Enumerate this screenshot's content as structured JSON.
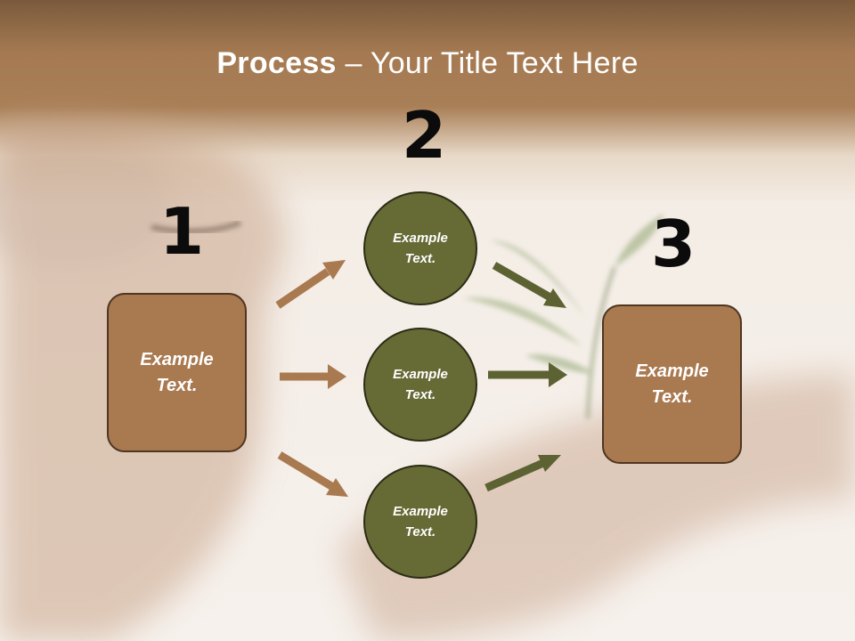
{
  "title": {
    "strong": "Process",
    "rest": " – Your Title Text Here"
  },
  "steps": {
    "one": "1",
    "two": "2",
    "three": "3"
  },
  "source_box": {
    "label": "Example\nText."
  },
  "circles": [
    {
      "label": "Example\nText."
    },
    {
      "label": "Example\nText."
    },
    {
      "label": "Example\nText."
    }
  ],
  "target_box": {
    "label": "Example\nText."
  },
  "colors": {
    "box_fill": "#a97950",
    "circle_fill": "#666a35",
    "arrow_brown": "#a97950",
    "arrow_olive": "#5d6232"
  }
}
